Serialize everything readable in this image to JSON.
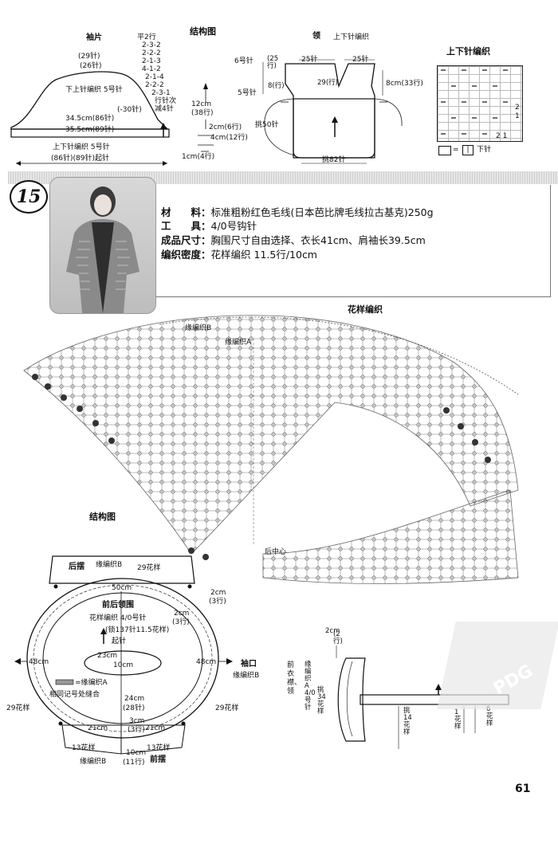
{
  "top_left": {
    "title": "结构图",
    "sleeve_label": "袖片",
    "increase_steps": [
      "平2行",
      "2-3-2",
      "2-2-2",
      "2-1-3",
      "4-1-2",
      "2-1-4",
      "2-2-2",
      "2-3-1",
      "行针次",
      "减4针"
    ],
    "count_29": "(29针)",
    "count_26": "(26针)",
    "pattern_label": "下上针编织 5号针",
    "minus30": "(-30针)",
    "width_34": "34.5cm(86针)",
    "width_35": "35.5cm(89针)",
    "ribbing_label": "上下针编织 5号针",
    "cast_on": "(86针)(89针)起针",
    "h_12cm": "12cm",
    "h_38rows": "(38行)",
    "h_2cm": "2cm(6行)",
    "h_4cm": "4cm(12行)",
    "w_1cm": "1cm(4行)"
  },
  "collar": {
    "title": "领",
    "subtitle": "上下针编织",
    "needle6": "6号针",
    "needle5": "5号针",
    "rows25": "(25行)",
    "rows8": "8(行)",
    "st25a": "25针",
    "st25b": "25针",
    "rows29": "29(行)",
    "side8cm": "8cm(33行)",
    "pick50": "挑50针",
    "pick82": "挑82针"
  },
  "stitch_chart": {
    "title": "上下针编织",
    "legend_symbol": "□",
    "legend_eq": "=",
    "legend_box": "|",
    "legend_text": "下针",
    "num2": "2",
    "num1": "1",
    "bottom_nums": "2 1"
  },
  "project": {
    "number": "15",
    "specs": [
      {
        "label": "材　　料：",
        "value": "标准粗粉红色毛线(日本芭比牌毛线拉古基克)250g"
      },
      {
        "label": "工　　具：",
        "value": "4/0号钩针"
      },
      {
        "label": "成品尺寸：",
        "value": "胸围尺寸自由选择、衣长41cm、肩袖长39.5cm"
      },
      {
        "label": "编织密度：",
        "value": "花样编织 11.5行/10cm"
      }
    ]
  },
  "lace_chart": {
    "title": "花样编织",
    "edge_b": "缘编织B",
    "edge_a": "缘编织A",
    "back_center": "后中心"
  },
  "bottom_structure": {
    "title": "结构图",
    "back_hem": "后摆",
    "edge_b_top": "缘编织B",
    "pattern29_top": "29花样",
    "w50": "50cm",
    "neck_title": "前后领围",
    "pattern_label": "花样编织 4/0号针",
    "chain_count": "(锁137针11.5花样)",
    "start": "起针",
    "in23": "23cm",
    "in10": "10cm",
    "w2cm_r": "2cm",
    "rows3_r": "(3行)",
    "w2cm_in": "2cm",
    "rows3_in": "(3行)",
    "side48_l": "48cm",
    "side48_r": "48cm",
    "cuff": "袖口",
    "cuff_edge": "缘编织B",
    "legend_a": "=缘编织A",
    "legend_seam": "相同记号处缝合",
    "p29_left": "29花样",
    "p29_right": "29花样",
    "h24": "24cm",
    "s28": "(28针)",
    "w21_l": "21cm",
    "w21_r": "21cm",
    "w3cm": "3cm",
    "rows3": "(3行)",
    "p13_l": "13花样",
    "p13_r": "13花样",
    "w10": "10cm",
    "rows11": "(11行)",
    "edge_b_bottom": "缘编织B",
    "front_hem": "前摆"
  },
  "front_edge": {
    "title": "前衣襟、领",
    "edge_label": "缘编织A 4/0号针",
    "pick34": "挑34花样",
    "w2cm": "2cm",
    "rows2": "(2行)",
    "pick14": "挑14花样",
    "p1": "1花样",
    "p6": "6花样"
  },
  "watermark": "PDG",
  "page_number": "61"
}
